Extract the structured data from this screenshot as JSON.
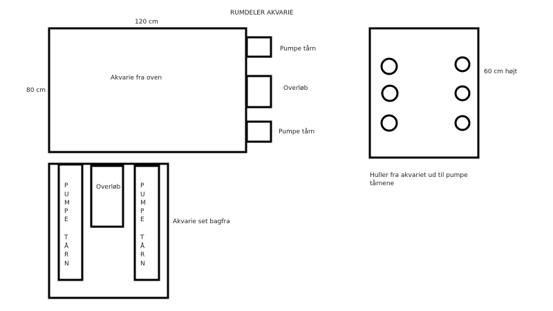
{
  "title": "RUMDELER AKVARIE",
  "top_view": {
    "width_label": "120 cm",
    "depth_label": "80 cm",
    "label": "Akvarie fra oven",
    "pump_tower_1": "Pumpe tårn",
    "overflow": "Overløb",
    "pump_tower_2": "Pumpe tårn"
  },
  "back_view": {
    "label": "Akvarie set bagfra",
    "overflow": "Overløb",
    "left_tower_letters": [
      "P",
      "U",
      "M",
      "P",
      "E",
      "T",
      "Å",
      "R",
      "N"
    ],
    "right_tower_letters": [
      "P",
      "U",
      "M",
      "P",
      "E",
      "T",
      "Å",
      "R",
      "N"
    ]
  },
  "side_panel": {
    "height_label": "60 cm højt",
    "caption_line1": "Huller fra akvariet ud til pumpe",
    "caption_line2": "tårnene",
    "holes_per_column": 3
  }
}
